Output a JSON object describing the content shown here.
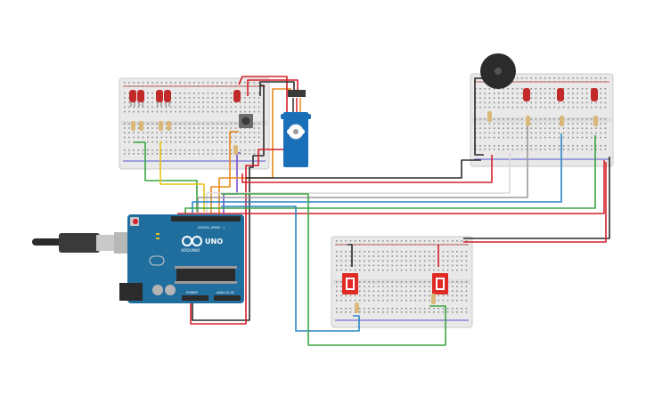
{
  "arduino": {
    "brand": "ARDUINO",
    "model": "UNO",
    "header_digital": "DIGITAL (PWM ~)",
    "header_power": "POWER",
    "header_analog": "ANALOG IN"
  },
  "colors": {
    "wire_red": "#d4202a",
    "wire_black": "#2b2b2b",
    "wire_green": "#3aa640",
    "wire_blue": "#2b86c5",
    "wire_orange": "#e8891c",
    "wire_yellow": "#e6c319",
    "wire_purple": "#7b4fc9",
    "wire_grey": "#9a9a9a",
    "wire_white": "#d8d8d8",
    "breadboard": "#e9e9e9",
    "arduino": "#1f6e9e",
    "servo": "#1a70b8",
    "led_red": "#c22a2a",
    "pir_red": "#e02a24"
  },
  "components": {
    "breadboard_left": "breadboard",
    "breadboard_right": "breadboard",
    "breadboard_bottom": "breadboard",
    "servo": "micro servo",
    "buzzer": "piezo buzzer",
    "usb": "usb cable"
  }
}
